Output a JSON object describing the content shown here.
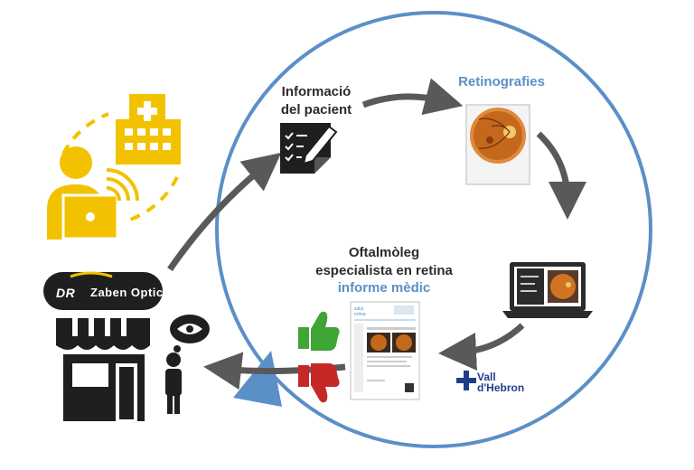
{
  "steps": {
    "patient_info": "Informació\ndel pacient",
    "retinographies": "Retinografies",
    "specialist": "Oftalmòleg\nespecialista en retina",
    "report": "informe mèdic"
  },
  "brand": {
    "monogram": "DR",
    "name": "Zaben Optics"
  },
  "hospital": {
    "line1": "Vall",
    "line2": "d'Hebron"
  },
  "colors": {
    "circle": "#5b8fc7",
    "arrows": "#595959",
    "yellow_icons": "#f2c200",
    "thumbs_up": "#3fa535",
    "thumbs_down": "#c62828",
    "dark_icons": "#1f1f1f",
    "hospital_blue": "#1f3e8a"
  },
  "icons": [
    "hospital-icon",
    "telework-person-icon",
    "checklist-icon",
    "fundus-photo-icon",
    "laptop-icon",
    "report-document-icon",
    "thumbs-up-icon",
    "thumbs-down-icon",
    "optics-store-icon",
    "person-icon",
    "thought-eye-icon"
  ]
}
